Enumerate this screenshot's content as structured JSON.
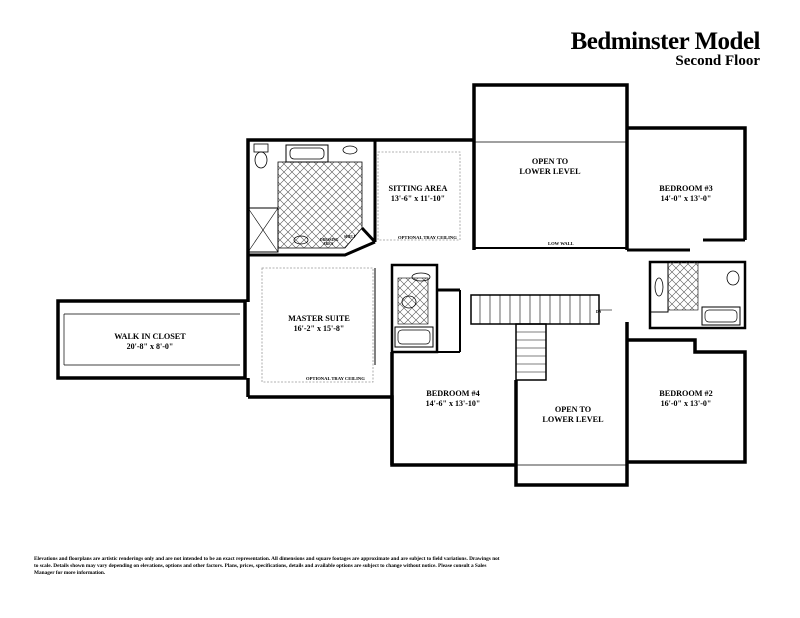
{
  "header": {
    "title": "Bedminster Model",
    "subtitle": "Second Floor"
  },
  "rooms": {
    "walk_in_closet": {
      "name": "WALK IN CLOSET",
      "dim": "20'-8\" x 8'-0\""
    },
    "master_suite": {
      "name": "MASTER SUITE",
      "dim": "16'-2\" x 15'-8\""
    },
    "sitting_area": {
      "name": "SITTING AREA",
      "dim": "13'-6\" x 11'-10\""
    },
    "open_upper": {
      "line1": "OPEN TO",
      "line2": "LOWER LEVEL"
    },
    "bedroom3": {
      "name": "BEDROOM #3",
      "dim": "14'-0\" x 13'-0\""
    },
    "bedroom4": {
      "name": "BEDROOM #4",
      "dim": "14'-6\" x 13'-10\""
    },
    "open_lower": {
      "line1": "OPEN TO",
      "line2": "LOWER LEVEL"
    },
    "bedroom2": {
      "name": "BEDROOM #2",
      "dim": "16'-0\" x 13'-0\""
    }
  },
  "notes": {
    "tray_ceiling_sitting": "OPTIONAL TRAY CEILING",
    "tray_ceiling_master": "OPTIONAL TRAY CEILING",
    "low_wall": "LOW WALL",
    "stair_dn": "DN",
    "shelf": "SHELF",
    "dressing_area_1": "DRESSING",
    "dressing_area_2": "AREA"
  },
  "disclaimer": "Elevations and floorplans are artistic renderings only and are not intended to be an exact representation. All dimensions and square footages are approximate and are subject to field variations.  Drawings not to scale. Details shown may vary depending on elevations, options and other factors. Plans, prices, specifications, details and available options are subject to change without notice.  Please consult a Sales Manager for more information."
}
